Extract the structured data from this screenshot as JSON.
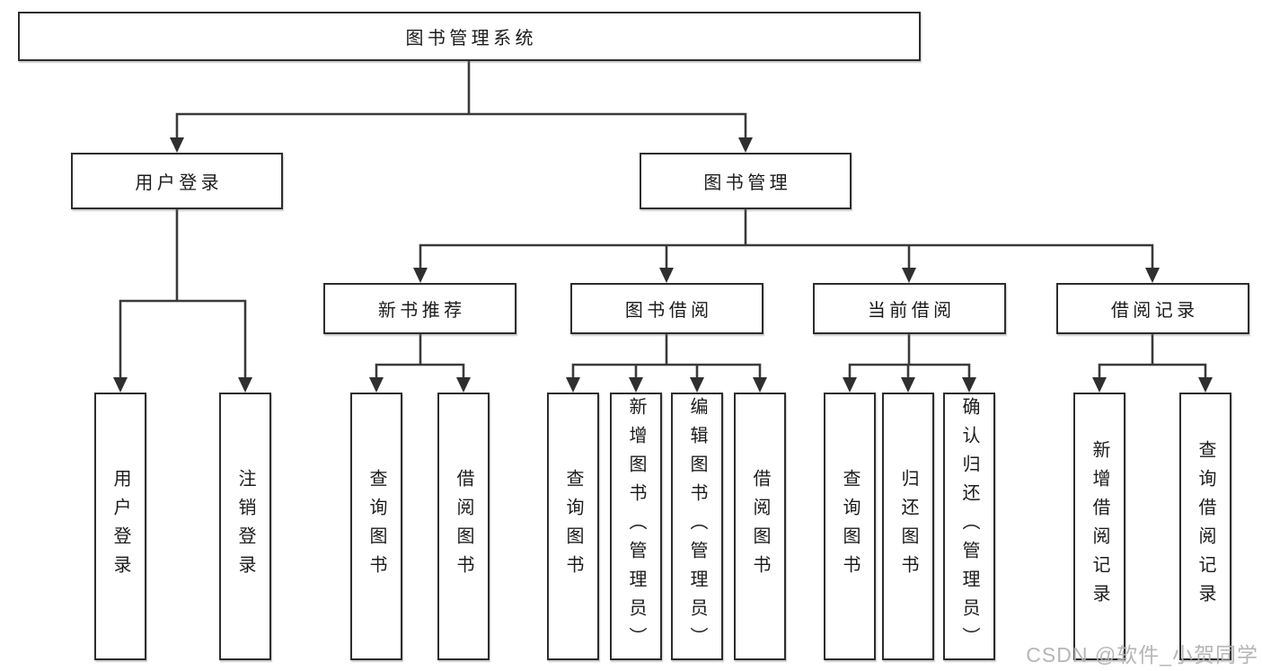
{
  "diagram": {
    "colors": {
      "line": "#3a3a3a",
      "arrow": "#2f2f2f",
      "box_border": "#2d2d2d",
      "text": "#1b1b1b",
      "background": "#ffffff",
      "watermark": "#b2b2b2"
    },
    "tree": {
      "root": {
        "label": "图书管理系统"
      },
      "children": [
        {
          "label": "用户登录",
          "leaves": [
            {
              "label": "用户登录"
            },
            {
              "label": "注销登录"
            }
          ]
        },
        {
          "label": "图书管理",
          "groups": [
            {
              "label": "新书推荐",
              "leaves": [
                {
                  "label": "查询图书"
                },
                {
                  "label": "借阅图书"
                }
              ]
            },
            {
              "label": "图书借阅",
              "leaves": [
                {
                  "label": "查询图书"
                },
                {
                  "label": "新增图书（管理员）"
                },
                {
                  "label": "编辑图书（管理员）"
                },
                {
                  "label": "借阅图书"
                }
              ]
            },
            {
              "label": "当前借阅",
              "leaves": [
                {
                  "label": "查询图书"
                },
                {
                  "label": "归还图书"
                },
                {
                  "label": "确认归还（管理员）"
                }
              ]
            },
            {
              "label": "借阅记录",
              "leaves": [
                {
                  "label": "新增借阅记录"
                },
                {
                  "label": "查询借阅记录"
                }
              ]
            }
          ]
        }
      ]
    },
    "watermark": {
      "text": "CSDN @软件_小贺同学"
    }
  }
}
